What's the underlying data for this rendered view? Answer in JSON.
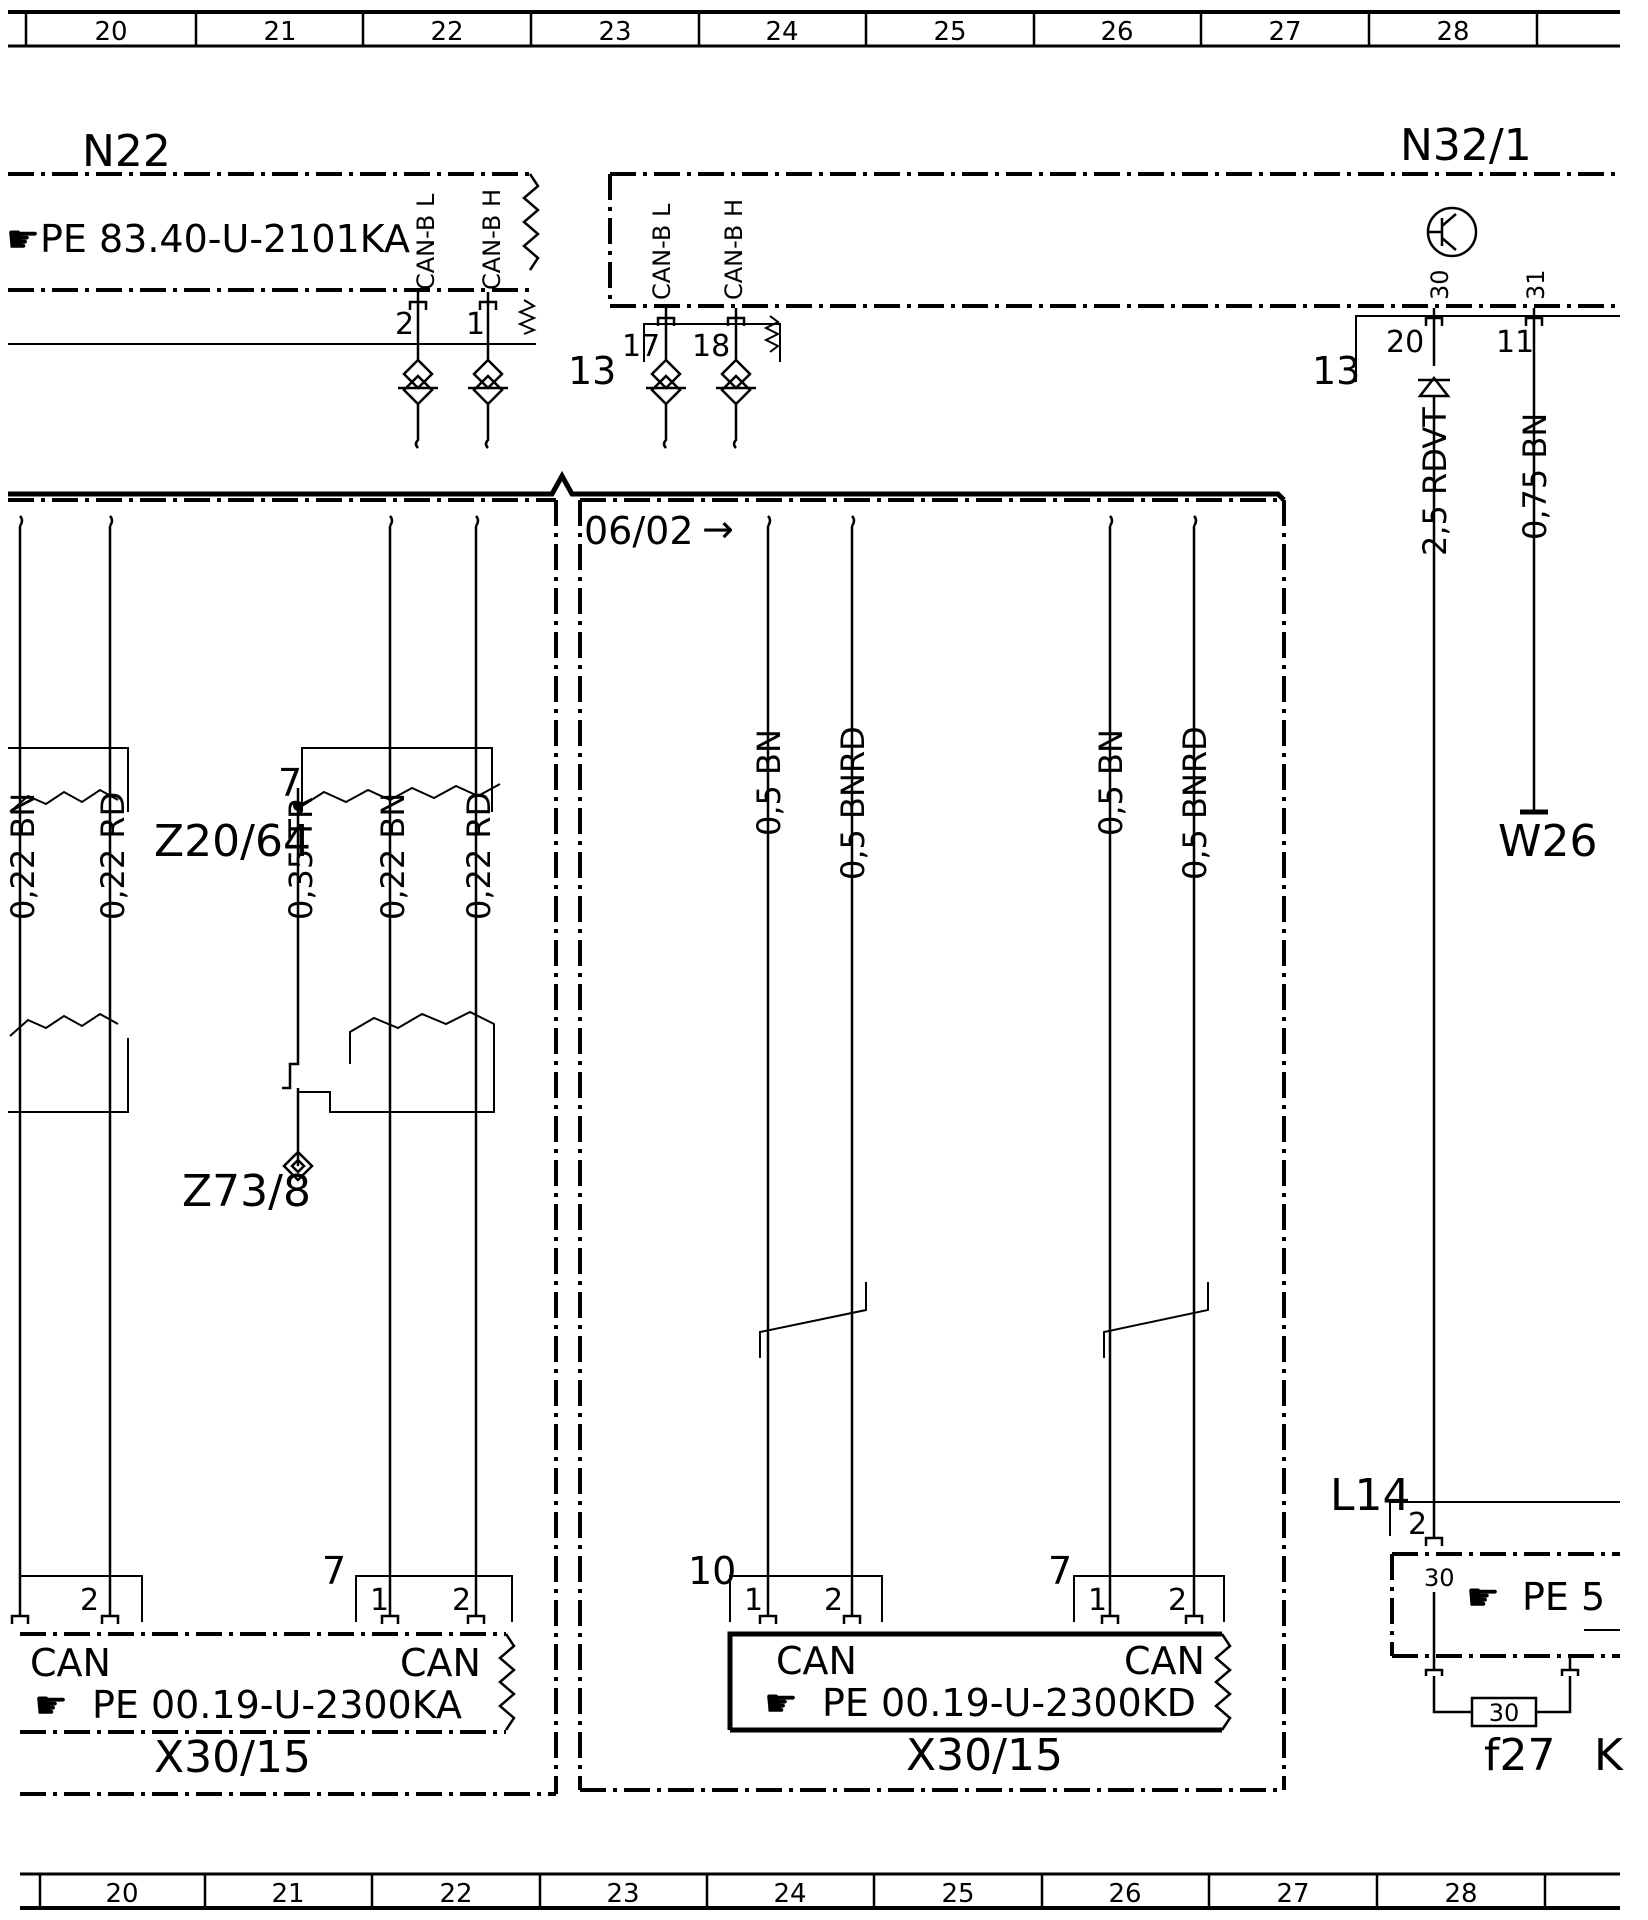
{
  "grid": [
    "20",
    "21",
    "22",
    "23",
    "24",
    "25",
    "26",
    "27",
    "28"
  ],
  "components": {
    "n22": "N22",
    "n22_ref": "PE  83.40-U-2101KA",
    "n32_1": "N32/1",
    "z20_64": "Z20/64",
    "z73_8": "Z73/8",
    "w26": "W26",
    "l14": "L14",
    "f27": "f27",
    "k_partial": "K",
    "x30_15_left": "X30/15",
    "x30_15_right": "X30/15",
    "ref_left": "PE  00.19-U-2300KA",
    "ref_right": "PE  00.19-U-2300KD",
    "ref_partial": "PE  5",
    "marker_0602": "06/02"
  },
  "pins": {
    "can_b_l": "CAN-B L",
    "can_b_h": "CAN-B H",
    "can": "CAN",
    "p1": "1",
    "p2": "2",
    "p7": "7",
    "p10": "10",
    "p11": "11",
    "p13": "13",
    "p17": "17",
    "p18": "18",
    "p20": "20",
    "p30": "30",
    "p31": "31"
  },
  "wires": {
    "w_rdvt": "2,5 RDVT",
    "w_bn075": "0,75 BN",
    "w_bn05": "0,5 BN",
    "w_bnrd05": "0,5 BNRD",
    "w_bn022": "0,22 BN",
    "w_rd022": "0,22 RD",
    "w_tr035": "0,35 TR"
  }
}
